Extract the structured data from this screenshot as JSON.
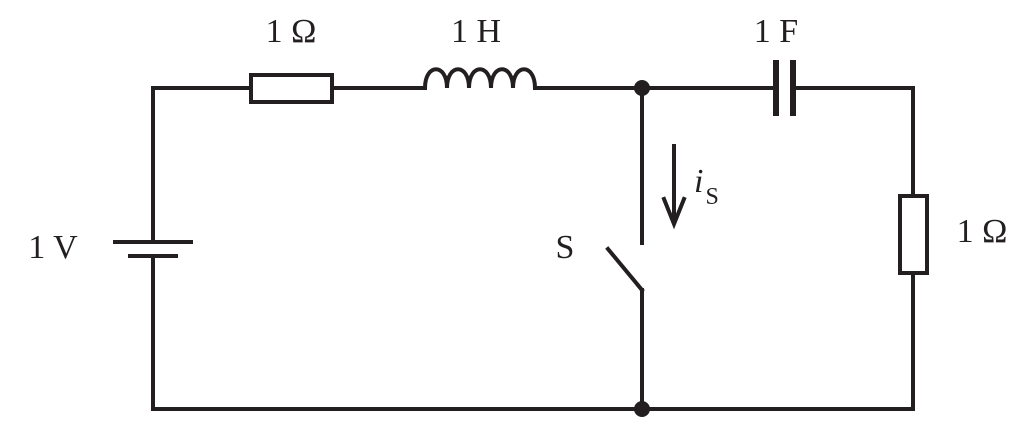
{
  "components": {
    "resistor_top": {
      "label": "1 Ω"
    },
    "inductor": {
      "label": "1 H"
    },
    "capacitor": {
      "label": "1 F"
    },
    "source": {
      "label": "1 V"
    },
    "resistor_right": {
      "label": "1 Ω"
    },
    "switch": {
      "label": "S"
    },
    "current": {
      "symbol": "i",
      "subscript": "S"
    }
  },
  "colors": {
    "ink": "#231f20",
    "background": "#ffffff"
  }
}
